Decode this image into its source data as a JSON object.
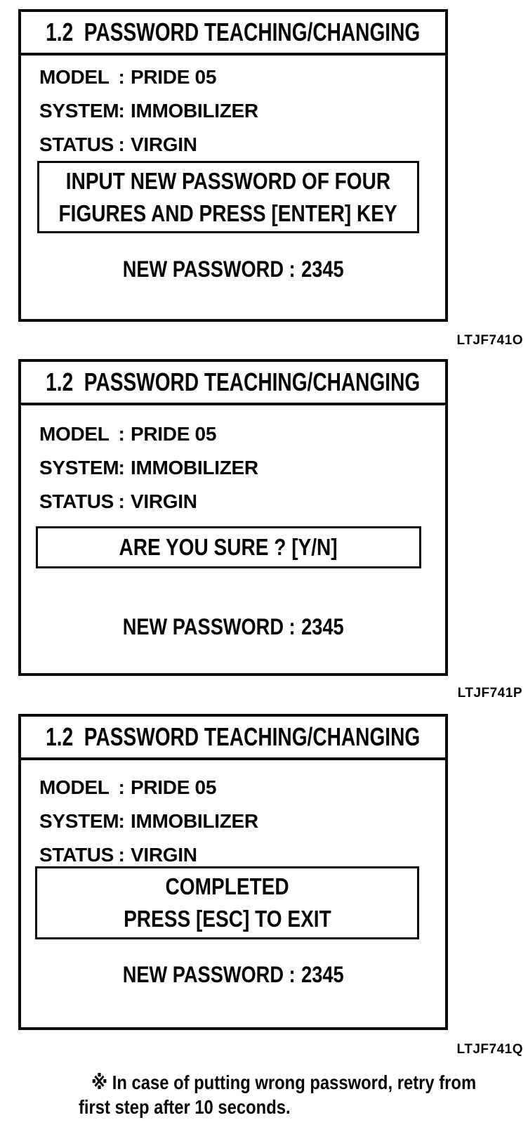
{
  "screens": [
    {
      "title": "1.2  PASSWORD TEACHING/CHANGING",
      "fields": [
        {
          "label": "MODEL",
          "sep": ":",
          "value": "PRIDE 05"
        },
        {
          "label": "SYSTEM",
          "sep": ":",
          "value": "IMMOBILIZER"
        },
        {
          "label": "STATUS",
          "sep": ":",
          "value": "VIRGIN"
        }
      ],
      "message_lines": [
        "INPUT NEW PASSWORD OF FOUR",
        "FIGURES AND PRESS [ENTER] KEY"
      ],
      "password_label": "NEW PASSWORD :",
      "password_value": "2345",
      "figure_code": "LTJF741O"
    },
    {
      "title": "1.2  PASSWORD TEACHING/CHANGING",
      "fields": [
        {
          "label": "MODEL",
          "sep": ":",
          "value": "PRIDE 05"
        },
        {
          "label": "SYSTEM",
          "sep": ":",
          "value": "IMMOBILIZER"
        },
        {
          "label": "STATUS",
          "sep": ":",
          "value": "VIRGIN"
        }
      ],
      "message_lines": [
        "ARE YOU SURE ? [Y/N]"
      ],
      "password_label": "NEW PASSWORD :",
      "password_value": "2345",
      "figure_code": "LTJF741P"
    },
    {
      "title": "1.2  PASSWORD TEACHING/CHANGING",
      "fields": [
        {
          "label": "MODEL",
          "sep": ":",
          "value": "PRIDE 05"
        },
        {
          "label": "SYSTEM",
          "sep": ":",
          "value": "IMMOBILIZER"
        },
        {
          "label": "STATUS",
          "sep": ":",
          "value": "VIRGIN"
        }
      ],
      "message_lines": [
        "COMPLETED",
        "PRESS [ESC] TO EXIT"
      ],
      "password_label": "NEW PASSWORD :",
      "password_value": "2345",
      "figure_code": "LTJF741Q"
    }
  ],
  "footnote": {
    "line1": "※ In case of putting wrong password, retry from",
    "line2": "first step after 10 seconds."
  }
}
